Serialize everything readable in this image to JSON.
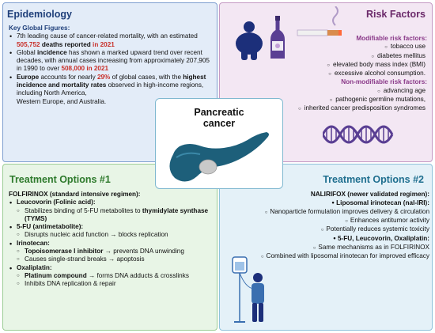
{
  "center": {
    "title_line1": "Pancreatic",
    "title_line2": "cancer"
  },
  "epidemiology": {
    "title": "Epidemiology",
    "key_figures_heading": "Key Global Figures:",
    "b1_a": "7th leading cause of cancer-related mortality, with an estimated ",
    "b1_b": "505,752",
    "b1_c": " deaths reported ",
    "b1_d": "in 2021",
    "b2_a": "Global ",
    "b2_b": "incidence",
    "b2_c": " has shown a marked upward trend over recent decades, with annual cases increasing from approximately 207,905 in 1990 to over ",
    "b2_d": "508,000 in 2021",
    "b3_a": "Europe",
    "b3_b": " accounts for nearly ",
    "b3_c": "29%",
    "b3_d": " of global cases, with the ",
    "b3_e": "highest incidence and mortality rates",
    "b3_f": " observed in high-income regions,",
    "b3_g": "including North America,",
    "b3_h": "Western Europe, and Australia."
  },
  "risk_factors": {
    "title": "Risk Factors",
    "modifiable_heading": "Modifiable risk factors:",
    "modifiable": [
      "tobacco use",
      "diabetes mellitus",
      "elevated body mass index (BMI)",
      "excessive alcohol consumption."
    ],
    "non_modifiable_heading": "Non-modifiable risk factors:",
    "non_modifiable": [
      "advancing age",
      "pathogenic germline mutations,",
      "inherited cancer predisposition syndromes"
    ]
  },
  "treatment1": {
    "title": "Treatment Options #1",
    "regimen": "FOLFIRINOX (standard intensive regimen):",
    "leucovorin": "Leucovorin (Folinic acid):",
    "leucovorin_sub_a": "Stabilizes binding of 5-FU metabolites to ",
    "leucovorin_sub_b": "thymidylate synthase (TYMS)",
    "fu": "5-FU (antimetabolite):",
    "fu_sub": "Disrupts nucleic acid function → blocks replication",
    "irino": "Irinotecan:",
    "irino_sub1_a": "Topoisomerase I inhibitor",
    "irino_sub1_b": " → prevents DNA unwinding",
    "irino_sub2": "Causes single-strand breaks → apoptosis",
    "oxa": "Oxaliplatin:",
    "oxa_sub1_a": "Platinum compound",
    "oxa_sub1_b": " → forms DNA adducts & crosslinks",
    "oxa_sub2": "Inhibits DNA replication & repair"
  },
  "treatment2": {
    "title": "Treatment Options #2",
    "regimen": "NALIRIFOX (newer validated regimen):",
    "lipo": "Liposomal irinotecan (nal-IRI):",
    "lipo_subs": [
      "Nanoparticle formulation improves delivery & circulation",
      "Enhances antitumor activity",
      "Potentially reduces systemic toxicity"
    ],
    "combo": "5-FU, Leucovorin, Oxaliplatin:",
    "combo_subs": [
      "Same mechanisms as in FOLFIRINOX",
      "Combined with liposomal irinotecan for improved efficacy"
    ]
  },
  "colors": {
    "epi_bg": "#e3ecf8",
    "risk_bg": "#f3e7f3",
    "tr1_bg": "#e8f5e6",
    "tr2_bg": "#e4f1f8",
    "highlight_red": "#c8302a",
    "pancreas": "#1d5f7a"
  },
  "icons": [
    "obese-person-icon",
    "wine-bottle-icon",
    "cigarette-icon",
    "dna-helix-icon",
    "pancreas-icon",
    "patient-iv-icon"
  ]
}
